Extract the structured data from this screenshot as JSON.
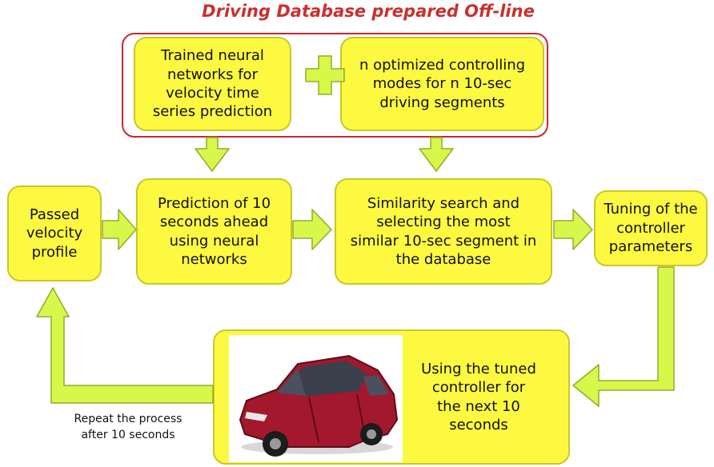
{
  "title": "Driving Database prepared Off-line",
  "boxes": {
    "nn": "Trained neural\nnetworks for\nvelocity time\nseries prediction",
    "modes": "n optimized controlling\nmodes for n 10-sec\ndriving segments",
    "passed": "Passed\nvelocity\nprofile",
    "predict": "Prediction of 10\nseconds ahead\nusing neural\nnetworks",
    "similar": "Similarity search and\nselecting the most\nsimilar 10-sec segment in\nthe database",
    "tuning": "Tuning of the\ncontroller\nparameters",
    "using": "Using the tuned\ncontroller for\nthe next 10\nseconds"
  },
  "repeat_note": "Repeat the process\nafter 10 seconds",
  "colors": {
    "box_fill": "#fdf941",
    "box_border": "#c9c72a",
    "arrow_fill": "#d9f74a",
    "arrow_stroke": "#8fae2a",
    "frame": "#c9262f",
    "title": "#c8302e"
  }
}
